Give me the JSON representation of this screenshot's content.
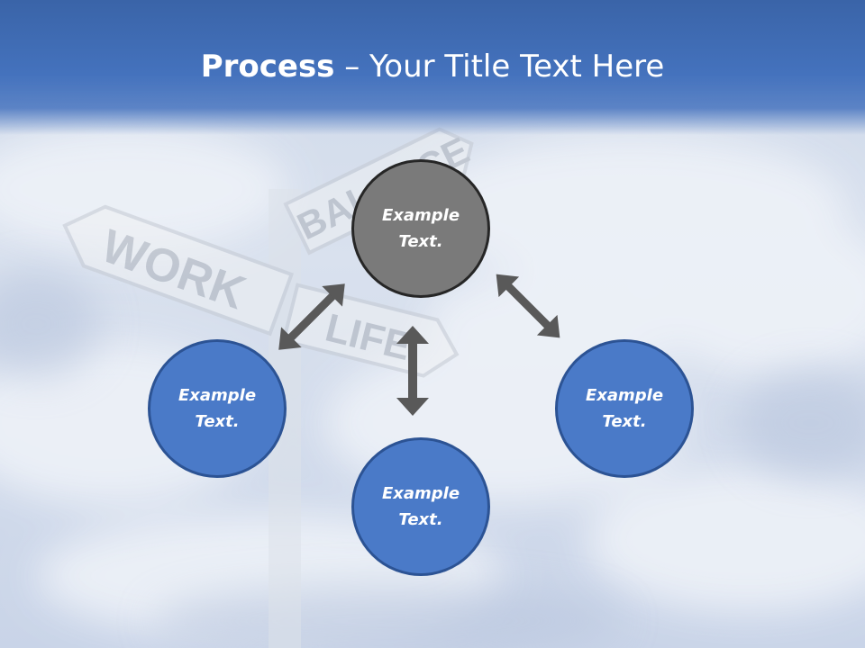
{
  "title": {
    "bold": "Process",
    "rest": " – Your Title Text Here"
  },
  "background": {
    "sign_words": [
      "WORK",
      "LIFE",
      "BALANCE"
    ]
  },
  "circles": {
    "top": {
      "text": "Example\nText."
    },
    "left": {
      "text": "Example\nText."
    },
    "right": {
      "text": "Example\nText."
    },
    "bottom": {
      "text": "Example\nText."
    }
  },
  "colors": {
    "title_band": "#4472bd",
    "center_circle": "#7a7a7a",
    "outer_circles": "#4a7ac8",
    "arrows": "#595959"
  },
  "icons": {
    "arrows": [
      "double-arrow-diagonal-left",
      "double-arrow-vertical",
      "double-arrow-diagonal-right"
    ]
  }
}
